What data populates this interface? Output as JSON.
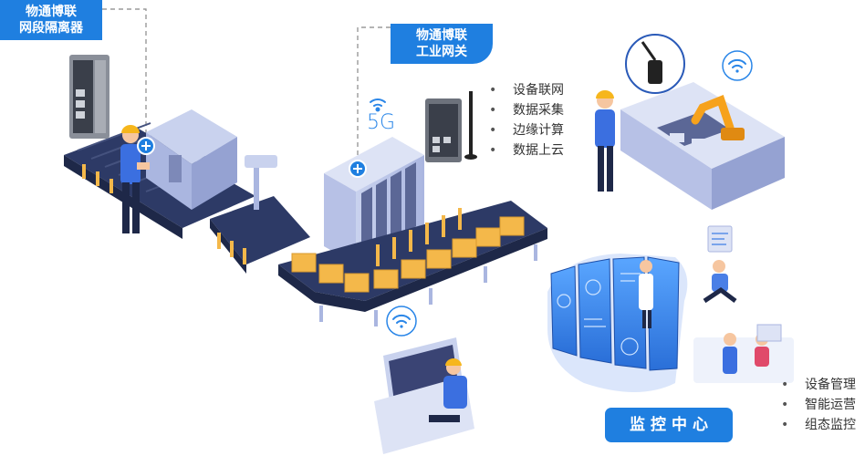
{
  "labels": {
    "isolator": [
      "物通博联",
      "网段隔离器"
    ],
    "gateway": [
      "物通博联",
      "工业网关"
    ],
    "monitor_center": "监控中心"
  },
  "gateway_features": [
    "设备联网",
    "数据采集",
    "边缘计算",
    "数据上云"
  ],
  "monitor_features": [
    "设备管理",
    "智能运营",
    "组态监控"
  ],
  "badge_5g": "5G",
  "colors": {
    "accent": "#1f7fe0",
    "machine_body": "#cfd6ef",
    "machine_dark": "#4a5580",
    "conveyor": "#2d3a66",
    "box": "#f4b84a",
    "worker_shirt": "#3b6fe0",
    "helmet": "#f6b61c",
    "screen": "#3d8ef0"
  },
  "icons": [
    "plus-icon",
    "wifi-icon",
    "antenna-icon"
  ]
}
